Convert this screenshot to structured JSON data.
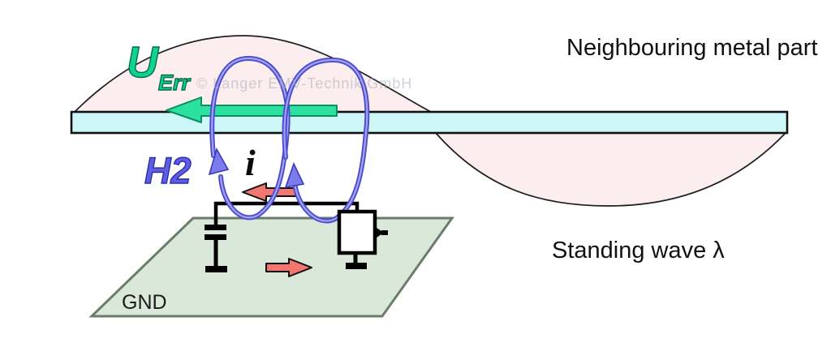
{
  "diagram": {
    "annotations": {
      "neighbouring_metal_part": "Neighbouring metal part",
      "standing_wave": "Standing wave λ",
      "gnd": "GND",
      "voltage_label_main": "U",
      "voltage_label_sub": "Err",
      "field_label": "H2",
      "current_label": "i",
      "watermark": "© Langer EMV-Technik GmbH"
    },
    "colors": {
      "metal_bar_fill": "#cdf6f7",
      "wave_lobe_fill": "#fceeef",
      "gnd_plane_fill": "#d9e8d8",
      "gnd_plane_stroke": "#6b7c6b",
      "green_arrow_fill": "#2be0a0",
      "green_arrow_stroke": "#0a8f60",
      "red_arrow_fill": "#f1776f",
      "loop_color": "#4b4bcf",
      "loop_highlight": "#a3a3f2",
      "loop_arrowhead_fill": "#7b7bec",
      "voltage_label_color": "#0fd290",
      "field_label_color": "#5e5ee2"
    }
  }
}
